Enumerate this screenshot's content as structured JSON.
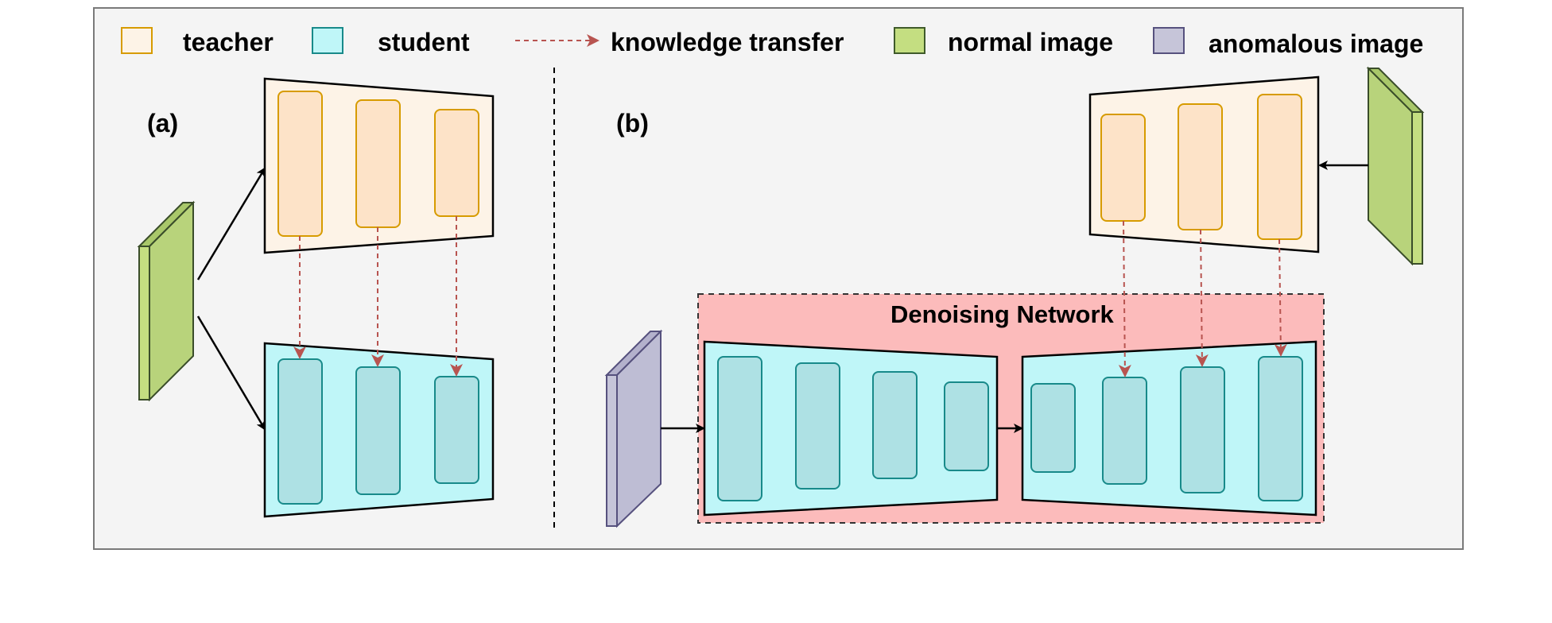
{
  "legend": {
    "teacher": "teacher",
    "student": "student",
    "knowledge_transfer": "knowledge transfer",
    "normal_image": "normal image",
    "anomalous_image": "anomalous image"
  },
  "panels": {
    "a_label": "(a)",
    "b_label": "(b)"
  },
  "denoising_network": {
    "label": "Denoising Network"
  },
  "colors": {
    "background": "#f4f4f4",
    "frame": "#7a7a7a",
    "teacher_fill": "#fdf3e7",
    "teacher_block_fill": "#fde3c8",
    "teacher_block_stroke": "#d79b00",
    "student_fill": "#bff6f8",
    "student_block_fill": "#aee1e4",
    "student_block_stroke": "#188a8a",
    "normal_image_fill": "#c4de81",
    "anomalous_image_fill": "#c6c5d9",
    "transfer_arrow": "#b85450",
    "denoise_fill": "#fcbbbb"
  }
}
